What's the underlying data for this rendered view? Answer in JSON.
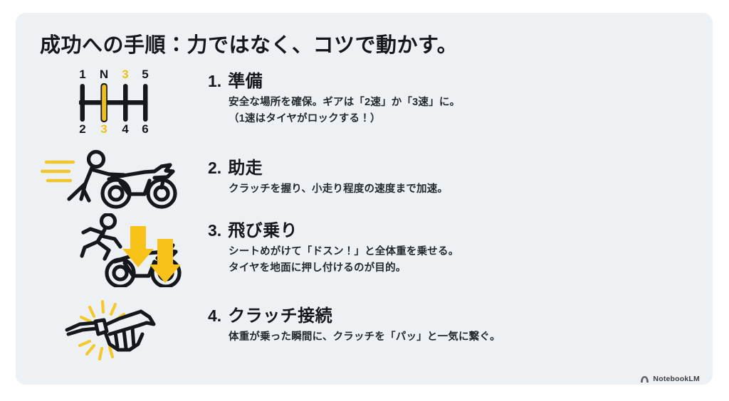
{
  "slide": {
    "title": "成功への手順：力ではなく、コツで動かす。",
    "background_color": "#eef1f4",
    "accent_color": "#f5c518",
    "text_color": "#14181c"
  },
  "steps": [
    {
      "number": "1.",
      "title": "準備",
      "desc_lines": [
        "安全な場所を確保。ギアは「2速」か「3速」に。",
        "（1速はタイヤがロックする！）"
      ],
      "icon": "gear-shift-pattern-icon",
      "gear_pattern": {
        "top_labels": [
          "1",
          "N",
          "3",
          "5"
        ],
        "bottom_labels": [
          "2",
          "3",
          "4",
          "6"
        ],
        "highlighted_top_index": 2,
        "highlighted_bottom_index": 1,
        "highlighted_column_index": 1
      }
    },
    {
      "number": "2.",
      "title": "助走",
      "desc_lines": [
        "クラッチを握り、小走り程度の速度まで加速。"
      ],
      "icon": "person-pushing-motorcycle-icon"
    },
    {
      "number": "3.",
      "title": "飛び乗り",
      "desc_lines": [
        "シートめがけて「ドスン！」と全体重を乗せる。",
        "タイヤを地面に押し付けるのが目的。"
      ],
      "icon": "person-jumping-onto-motorcycle-icon"
    },
    {
      "number": "4.",
      "title": "クラッチ接続",
      "desc_lines": [
        "体重が乗った瞬間に、クラッチを「パッ」と一気に繋ぐ。"
      ],
      "icon": "hand-gripping-clutch-lever-icon"
    }
  ],
  "footer": {
    "label": "NotebookLM",
    "logo": "notebooklm-logo-icon"
  }
}
